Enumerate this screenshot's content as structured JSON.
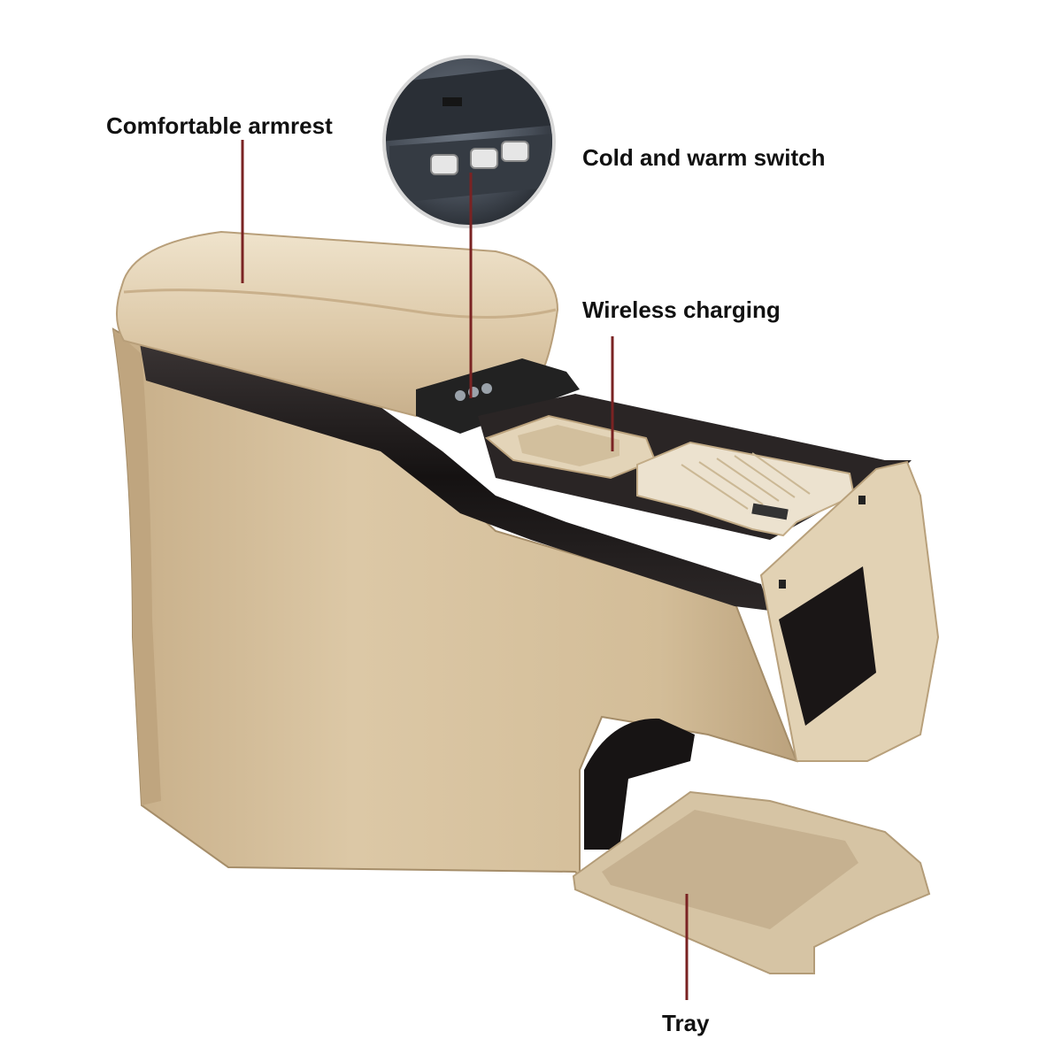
{
  "callouts": {
    "armrest": "Comfortable armrest",
    "switch": "Cold and warm switch",
    "charging": "Wireless charging",
    "tray": "Tray"
  },
  "colors": {
    "background": "#ffffff",
    "console_beige": "#d9c4a1",
    "console_shadow": "#b79f7b",
    "console_highlight": "#eadcc3",
    "trim_black": "#1f1c1c",
    "leader_line": "#7a2323"
  },
  "icons": {
    "button_row": [
      "cold-button-icon",
      "warm-button-icon",
      "power-button-icon"
    ]
  }
}
